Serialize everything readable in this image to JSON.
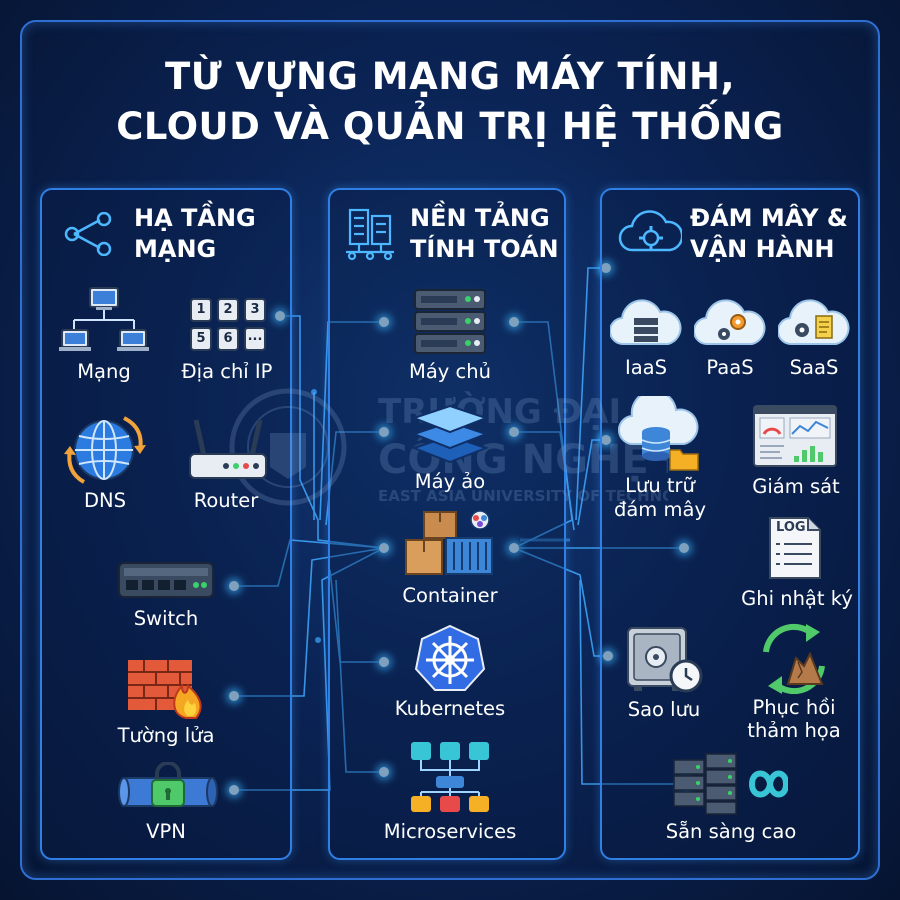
{
  "title": {
    "line1": "TỪ VỰNG MẠNG MÁY TÍNH,",
    "line2": "CLOUD VÀ QUẢN TRỊ HỆ THỐNG"
  },
  "columns": [
    {
      "title1": "HẠ TẦNG",
      "title2": "MẠNG",
      "icon": "network-share-icon",
      "items": [
        {
          "label": "Mạng",
          "icon": "network-topology-icon"
        },
        {
          "label": "Địa chỉ IP",
          "icon": "ip-address-icon"
        },
        {
          "label": "DNS",
          "icon": "globe-icon"
        },
        {
          "label": "Router",
          "icon": "router-icon"
        },
        {
          "label": "Switch",
          "icon": "switch-icon"
        },
        {
          "label": "Tường lửa",
          "icon": "firewall-icon"
        },
        {
          "label": "VPN",
          "icon": "vpn-lock-icon"
        }
      ]
    },
    {
      "title1": "NỀN TẢNG",
      "title2": "TÍNH TOÁN",
      "icon": "server-rack-icon",
      "items": [
        {
          "label": "Máy chủ",
          "icon": "server-icon"
        },
        {
          "label": "Máy ảo",
          "icon": "virtual-machine-layers-icon"
        },
        {
          "label": "Container",
          "icon": "container-boxes-icon"
        },
        {
          "label": "Kubernetes",
          "icon": "kubernetes-icon"
        },
        {
          "label": "Microservices",
          "icon": "microservices-icon"
        }
      ]
    },
    {
      "title1": "ĐÁM MÂY &",
      "title2": "VẬN HÀNH",
      "icon": "cloud-gear-icon",
      "items": [
        {
          "label": "IaaS",
          "icon": "cloud-server-icon"
        },
        {
          "label": "PaaS",
          "icon": "cloud-gears-icon"
        },
        {
          "label": "SaaS",
          "icon": "cloud-app-icon"
        },
        {
          "label": "Lưu trữ",
          "label2": "đám mây",
          "icon": "cloud-storage-icon"
        },
        {
          "label": "Giám sát",
          "icon": "monitoring-dashboard-icon"
        },
        {
          "label": "Ghi nhật ký",
          "icon": "log-file-icon",
          "badge": "LOG"
        },
        {
          "label": "Sao lưu",
          "icon": "safe-backup-icon"
        },
        {
          "label": "Phục hồi",
          "label2": "thảm họa",
          "icon": "disaster-recovery-icon"
        },
        {
          "label": "Sẵn sàng cao",
          "icon": "high-availability-icon"
        }
      ]
    }
  ],
  "ip_keys": [
    "1",
    "2",
    "3",
    "5",
    "6",
    "..."
  ],
  "watermark": {
    "line1": "TRƯỜNG ĐẠI HỌC",
    "line2": "CÔNG NGHỆ ĐÔNG Á",
    "line3": "EAST ASIA UNIVERSITY OF TECHNOLOGY"
  },
  "colors": {
    "background": "#0b2456",
    "panel_border": "#2f7fe6",
    "wire": "#3fa9ff",
    "accent": "#4db8ff"
  }
}
